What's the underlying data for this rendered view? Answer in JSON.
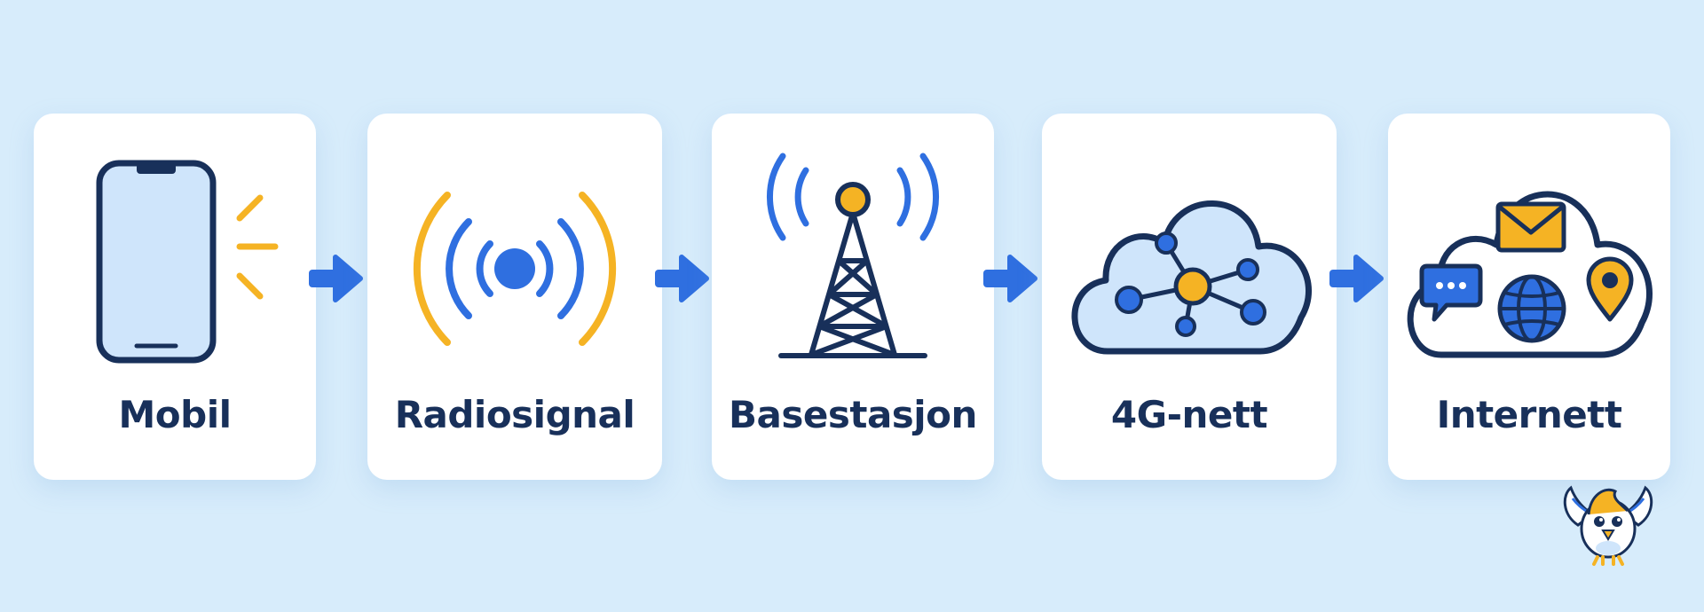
{
  "colors": {
    "background": "#d7ecfb",
    "navy": "#18305a",
    "blue": "#2f6fe0",
    "yellow": "#f5b324",
    "light_blue_fill": "#cfe5fb"
  },
  "steps": [
    {
      "label": "Mobil",
      "icon": "smartphone-icon"
    },
    {
      "label": "Radiosignal",
      "icon": "radio-waves-icon"
    },
    {
      "label": "Basestasjon",
      "icon": "cell-tower-icon"
    },
    {
      "label": "4G-nett",
      "icon": "cloud-network-icon"
    },
    {
      "label": "Internett",
      "icon": "internet-cloud-icon"
    }
  ],
  "connectors": [
    "arrow-right-icon",
    "arrow-right-icon",
    "arrow-right-icon",
    "arrow-right-icon"
  ],
  "mascot": "bird-mascot-icon"
}
